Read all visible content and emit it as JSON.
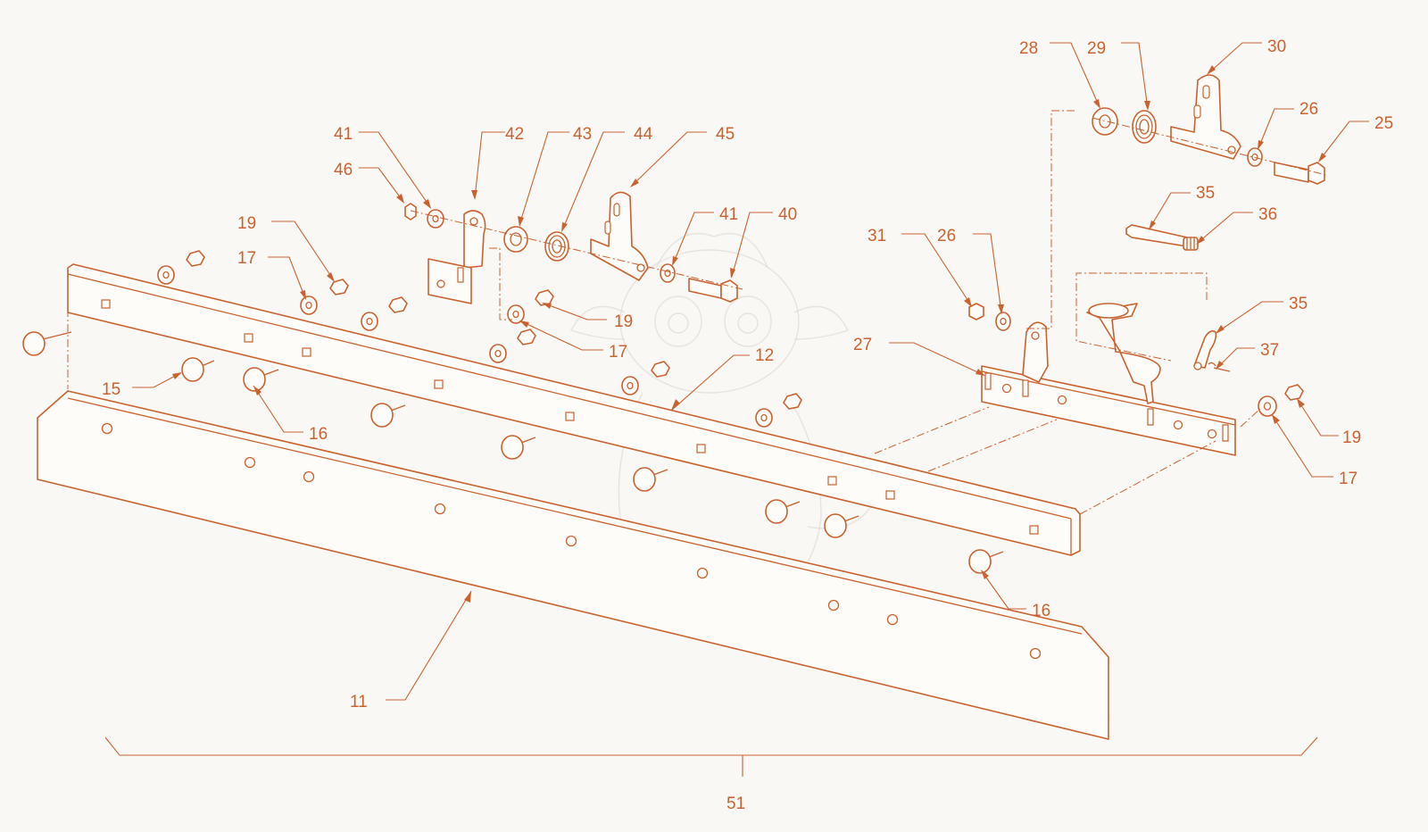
{
  "colors": {
    "ink": "#c9622f",
    "background": "#faf8f4",
    "watermark": "#d9d2c8"
  },
  "callouts": {
    "c11": "11",
    "c12": "12",
    "c15": "15",
    "c16a": "16",
    "c16b": "16",
    "c17a": "17",
    "c17b": "17",
    "c17c": "17",
    "c19a": "19",
    "c19b": "19",
    "c19c": "19",
    "c25": "25",
    "c26a": "26",
    "c26b": "26",
    "c27": "27",
    "c28": "28",
    "c29": "29",
    "c30": "30",
    "c31": "31",
    "c35a": "35",
    "c35b": "35",
    "c36": "36",
    "c37": "37",
    "c40": "40",
    "c41a": "41",
    "c41b": "41",
    "c42": "42",
    "c43": "43",
    "c44": "44",
    "c45": "45",
    "c46": "46",
    "c51": "51"
  }
}
